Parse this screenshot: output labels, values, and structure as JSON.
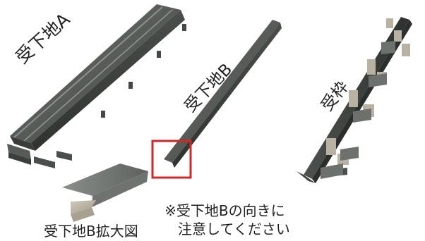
{
  "labels": {
    "part_a": "受下地A",
    "part_b": "受下地B",
    "frame": "受枠"
  },
  "captions": {
    "zoom_title": "受下地B拡大図",
    "note_line_1": "※受下地Bの向きに",
    "note_line_2": "注意してください"
  },
  "colors": {
    "metal_dark": "#3b3f3c",
    "metal_mid": "#565b57",
    "metal_light": "#7d827e",
    "bracket": "#b9b2a2",
    "highlight_box": "#d42626"
  }
}
